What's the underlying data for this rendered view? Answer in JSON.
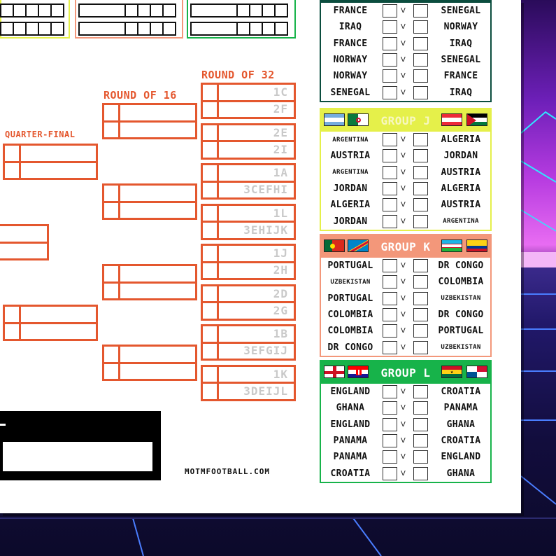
{
  "colors": {
    "bracket": "#e4572e",
    "slot_placeholder": "#c9c9c9",
    "group_i": "#0b4d3e",
    "group_j": "#e5f04a",
    "group_k": "#f3977a",
    "group_l": "#17b34a"
  },
  "bracket": {
    "round_of_32_label": "ROUND OF 32",
    "round_of_16_label": "ROUND OF 16",
    "quarter_final_label": "QUARTER-FINAL",
    "round_of_32_slots": [
      [
        "1C",
        "2F"
      ],
      [
        "2E",
        "2I"
      ],
      [
        "1A",
        "3CEFHI"
      ],
      [
        "1L",
        "3EHIJK"
      ],
      [
        "1J",
        "2H"
      ],
      [
        "2D",
        "2G"
      ],
      [
        "1B",
        "3EFGIJ"
      ],
      [
        "1K",
        "3DEIJL"
      ]
    ]
  },
  "footer": {
    "site": "MOTMFOOTBALL.COM"
  },
  "groups": [
    {
      "id": "i",
      "title": "",
      "flags": [],
      "matches": [
        [
          "FRANCE",
          "SENEGAL"
        ],
        [
          "IRAQ",
          "NORWAY"
        ],
        [
          "FRANCE",
          "IRAQ"
        ],
        [
          "NORWAY",
          "SENEGAL"
        ],
        [
          "NORWAY",
          "FRANCE"
        ],
        [
          "SENEGAL",
          "IRAQ"
        ]
      ]
    },
    {
      "id": "j",
      "title": "GROUP J",
      "flags": [
        "argentina-flag-icon",
        "algeria-flag-icon",
        "austria-flag-icon",
        "jordan-flag-icon"
      ],
      "matches": [
        [
          "ARGENTINA",
          "ALGERIA"
        ],
        [
          "AUSTRIA",
          "JORDAN"
        ],
        [
          "ARGENTINA",
          "AUSTRIA"
        ],
        [
          "JORDAN",
          "ALGERIA"
        ],
        [
          "ALGERIA",
          "AUSTRIA"
        ],
        [
          "JORDAN",
          "ARGENTINA"
        ]
      ]
    },
    {
      "id": "k",
      "title": "GROUP K",
      "flags": [
        "portugal-flag-icon",
        "dr-congo-flag-icon",
        "uzbekistan-flag-icon",
        "colombia-flag-icon"
      ],
      "matches": [
        [
          "PORTUGAL",
          "DR CONGO"
        ],
        [
          "UZBEKISTAN",
          "COLOMBIA"
        ],
        [
          "PORTUGAL",
          "UZBEKISTAN"
        ],
        [
          "COLOMBIA",
          "DR CONGO"
        ],
        [
          "COLOMBIA",
          "PORTUGAL"
        ],
        [
          "DR CONGO",
          "UZBEKISTAN"
        ]
      ]
    },
    {
      "id": "l",
      "title": "GROUP L",
      "flags": [
        "england-flag-icon",
        "croatia-flag-icon",
        "ghana-flag-icon",
        "panama-flag-icon"
      ],
      "matches": [
        [
          "ENGLAND",
          "CROATIA"
        ],
        [
          "GHANA",
          "PANAMA"
        ],
        [
          "ENGLAND",
          "GHANA"
        ],
        [
          "PANAMA",
          "CROATIA"
        ],
        [
          "PANAMA",
          "ENGLAND"
        ],
        [
          "CROATIA",
          "GHANA"
        ]
      ]
    }
  ],
  "vs_label": "V"
}
